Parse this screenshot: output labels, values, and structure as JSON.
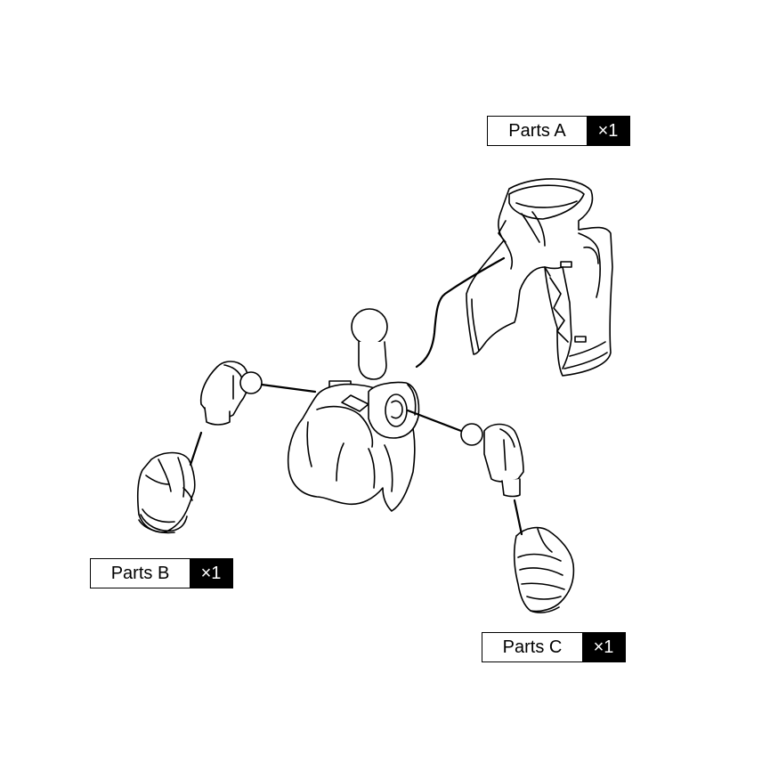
{
  "parts": [
    {
      "id": "a",
      "label": "Parts A",
      "qty": "×1"
    },
    {
      "id": "b",
      "label": "Parts B",
      "qty": "×1"
    },
    {
      "id": "c",
      "label": "Parts C",
      "qty": "×1"
    }
  ],
  "colors": {
    "ink": "#000000",
    "paper": "#ffffff",
    "badge": "#000000"
  }
}
